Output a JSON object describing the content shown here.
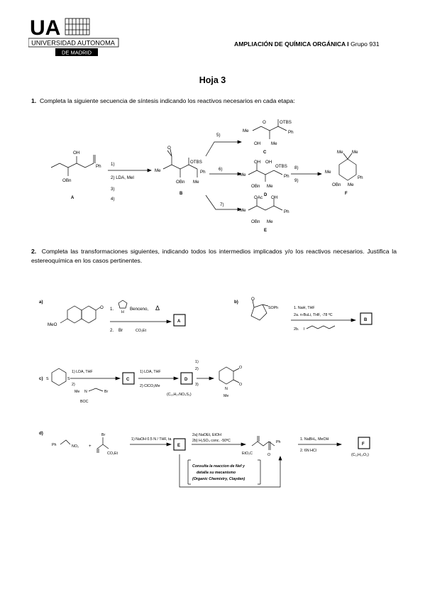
{
  "header": {
    "university_lines": [
      "UA",
      "UNIVERSIDAD AUTONOMA",
      "DE MADRID"
    ],
    "course": "AMPLIACIÓN DE QUÍMICA ORGÁNICA I",
    "group": "Grupo 931"
  },
  "sheet_title": "Hoja 3",
  "q1": {
    "number": "1.",
    "text": "Completa la siguiente secuencia de síntesis indicando los reactivos necesarios en cada etapa:",
    "steps": [
      "1)",
      "2) LDA, MeI",
      "3)",
      "4)",
      "5)",
      "6)",
      "7)",
      "8)",
      "9)"
    ],
    "compounds": [
      "A",
      "B",
      "C",
      "D",
      "E",
      "F"
    ],
    "groups": [
      "OH",
      "O",
      "Ph",
      "OBn",
      "OTBS",
      "Me",
      "OAc"
    ]
  },
  "q2": {
    "number": "2.",
    "text": "Completa las transformaciones siguientes, indicando todos los intermedios implicados y/o los reactivos necesarios. Justifica la estereoquímica en los casos pertinentes."
  },
  "a": {
    "label": "a)",
    "sub": "MeO",
    "r1": "1.",
    "r1_amine": "H",
    "r1_solvent": "Benceno,",
    "delta": "Δ",
    "r2": "2.",
    "r2_reagent": "Br",
    "r2_ester": "CO₂Et",
    "box": "A"
  },
  "b": {
    "label": "b)",
    "sub": "SOPh",
    "r1": "1. NaH, THF",
    "r2a": "2a. n-BuLi, THF, -78 ºC",
    "r2b": "2b.",
    "r2b_halide": "I",
    "box": "B"
  },
  "c": {
    "label": "c)",
    "s": "S",
    "r1": "1) LDA, THF",
    "r2": "2)",
    "r2_me": "Me",
    "r2_n": "N",
    "r2_br": "Br",
    "r2_boc": "BOC",
    "box_c": "C",
    "r3": "1) LDA, THF",
    "r4": "2) ClCO₂Me",
    "box_d": "D",
    "formula_d": "(C₁₃H₂₇NO₄S₂)",
    "steps": [
      "1)",
      "2)",
      "3)"
    ],
    "product_n": "N",
    "product_me": "Me"
  },
  "d": {
    "label": "d)",
    "ph": "Ph",
    "no2": "NO₂",
    "plus": "+",
    "br": "Br",
    "ester": "CO₂Et",
    "r1": "1) NaOH 0.5 N / THF, ta",
    "box_e": "E",
    "r2a": "2a) NaOEt, EtOH",
    "r2b": "2b) H₂SO₄ conc. -50ºC",
    "prod_ph": "Ph",
    "prod_ester": "EtO₂C",
    "prod_o": "O",
    "r3": "1.  NaBH₄, MeOH",
    "r4": "2. 6N HCl",
    "box_f": "F",
    "formula_f": "(C₁₁H₁₀O₂)",
    "note_lines": [
      "Consulta la reaccion de Nef y",
      "detalla su mecanismo",
      "(Organic Chemistry, Clayden)"
    ]
  }
}
